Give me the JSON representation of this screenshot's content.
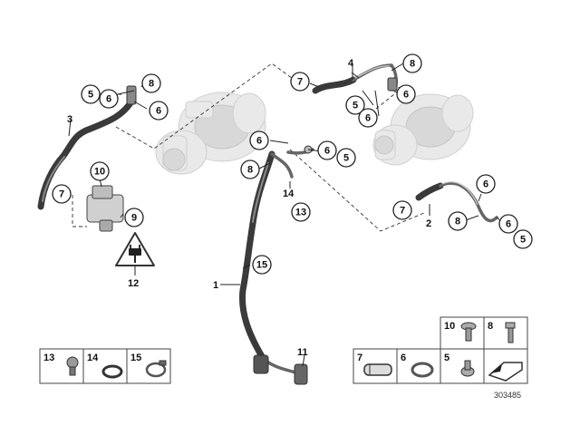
{
  "diagram": {
    "reference_number": "303485",
    "callouts": [
      {
        "label": "5"
      },
      {
        "label": "6"
      },
      {
        "label": "8"
      },
      {
        "label": "6"
      },
      {
        "label": "7"
      },
      {
        "label": "8"
      },
      {
        "label": "6"
      },
      {
        "label": "5"
      },
      {
        "label": "6"
      },
      {
        "label": "6"
      },
      {
        "label": "6"
      },
      {
        "label": "5"
      },
      {
        "label": "8"
      },
      {
        "label": "13"
      },
      {
        "label": "15"
      },
      {
        "label": "10"
      },
      {
        "label": "7"
      },
      {
        "label": "9"
      },
      {
        "label": "6"
      },
      {
        "label": "7"
      },
      {
        "label": "8"
      },
      {
        "label": "6"
      },
      {
        "label": "5"
      }
    ],
    "part_labels": [
      {
        "label": "3"
      },
      {
        "label": "4"
      },
      {
        "label": "14"
      },
      {
        "label": "12"
      },
      {
        "label": "1"
      },
      {
        "label": "2"
      },
      {
        "label": "11"
      }
    ],
    "highlighted_callout": "9",
    "highlight_color": "#d0021b",
    "warning_symbol": "electrical-connector-warning-icon"
  },
  "legend_left": [
    {
      "num": "13",
      "icon": "drain-plug-icon"
    },
    {
      "num": "14",
      "icon": "seal-ring-icon"
    },
    {
      "num": "15",
      "icon": "hose-clamp-icon"
    }
  ],
  "legend_right_top": [
    {
      "num": "10",
      "icon": "flange-screw-icon"
    },
    {
      "num": "8",
      "icon": "hex-bolt-icon"
    }
  ],
  "legend_right_bottom": [
    {
      "num": "7",
      "icon": "spring-clamp-icon"
    },
    {
      "num": "6",
      "icon": "gasket-ring-icon"
    },
    {
      "num": "5",
      "icon": "banjo-bolt-icon"
    },
    {
      "num": "",
      "icon": "arrow-marker-icon"
    }
  ]
}
